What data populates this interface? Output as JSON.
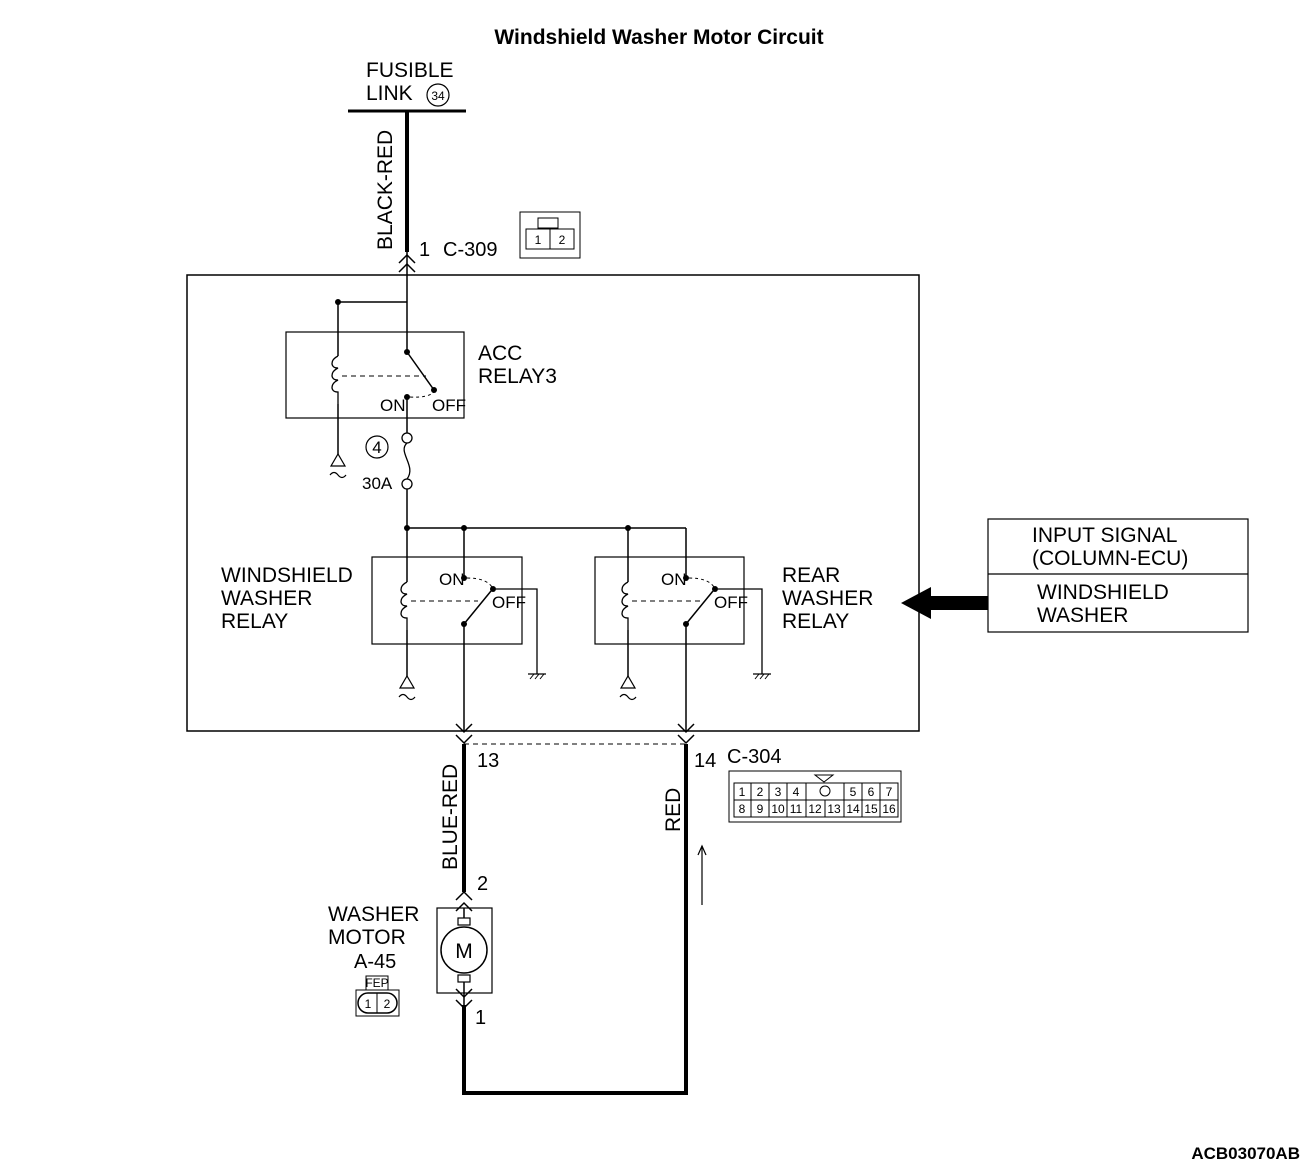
{
  "title": "Windshield Washer Motor Circuit",
  "doc_code": "ACB03070AB",
  "fusible_link": {
    "line1": "FUSIBLE",
    "line2": "LINK",
    "number": "34"
  },
  "wires": {
    "black_red": "BLACK-RED",
    "blue_red": "BLUE-RED",
    "red": "RED"
  },
  "connector_c309": {
    "pin": "1",
    "name": "C-309",
    "cells": [
      "1",
      "2"
    ]
  },
  "acc_relay": {
    "line1": "ACC",
    "line2": "RELAY3",
    "on": "ON",
    "off": "OFF"
  },
  "fuse": {
    "number": "4",
    "rating": "30A"
  },
  "windshield_relay": {
    "line1": "WINDSHIELD",
    "line2": "WASHER",
    "line3": "RELAY",
    "on": "ON",
    "off": "OFF"
  },
  "rear_relay": {
    "line1": "REAR",
    "line2": "WASHER",
    "line3": "RELAY",
    "on": "ON",
    "off": "OFF"
  },
  "input_signal": {
    "header1": "INPUT SIGNAL",
    "header2": "(COLUMN-ECU)",
    "value1": "WINDSHIELD",
    "value2": "WASHER"
  },
  "connector_c304": {
    "pin_left": "13",
    "pin_right": "14",
    "name": "C-304",
    "row1": [
      "1",
      "2",
      "3",
      "4",
      "5",
      "6",
      "7"
    ],
    "row2": [
      "8",
      "9",
      "10",
      "11",
      "12",
      "13",
      "14",
      "15",
      "16"
    ]
  },
  "washer_motor": {
    "line1": "WASHER",
    "line2": "MOTOR",
    "connector": "A-45",
    "symbol": "M",
    "pin_top": "2",
    "pin_bottom": "1",
    "connector_label": "FEP",
    "cells": [
      "1",
      "2"
    ]
  }
}
